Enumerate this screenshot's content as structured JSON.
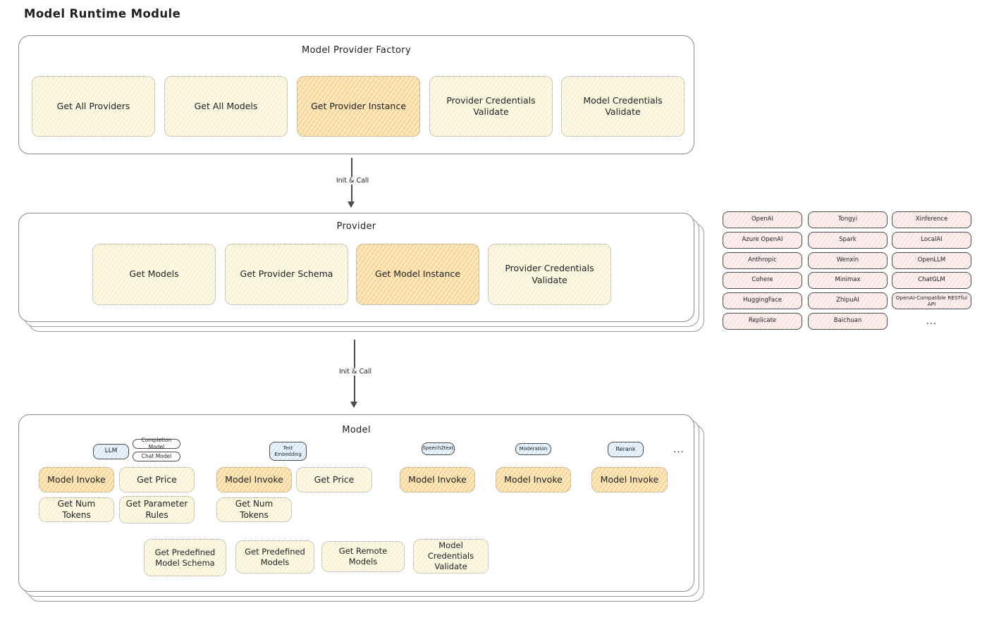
{
  "title": "Model Runtime Module",
  "arrow_label": "Init & Call",
  "factory": {
    "title": "Model Provider Factory",
    "items": [
      {
        "label": "Get All Providers",
        "highlight": false
      },
      {
        "label": "Get All Models",
        "highlight": false
      },
      {
        "label": "Get Provider Instance",
        "highlight": true
      },
      {
        "label": "Provider Credentials Validate",
        "highlight": false
      },
      {
        "label": "Model Credentials Validate",
        "highlight": false
      }
    ]
  },
  "provider": {
    "title": "Provider",
    "items": [
      {
        "label": "Get Models",
        "highlight": false
      },
      {
        "label": "Get Provider Schema",
        "highlight": false
      },
      {
        "label": "Get Model Instance",
        "highlight": true
      },
      {
        "label": "Provider Credentials Validate",
        "highlight": false
      }
    ]
  },
  "providers": {
    "columns": [
      [
        "OpenAI",
        "Azure OpenAI",
        "Anthropic",
        "Cohere",
        "HuggingFace",
        "Replicate"
      ],
      [
        "Tongyi",
        "Spark",
        "Wenxin",
        "Minimax",
        "ZhipuAI",
        "Baichuan"
      ],
      [
        "Xinference",
        "LocalAI",
        "OpenLLM",
        "ChatGLM",
        "OpenAI-Compatible RESTful API"
      ]
    ],
    "more": "..."
  },
  "model": {
    "title": "Model",
    "tabs": {
      "llm": "LLM",
      "completion_model": "Completion Model",
      "chat_model": "Chat Model",
      "text_embedding": "Text Embedding",
      "speech2text": "Speech2text",
      "moderation": "Moderation",
      "rerank": "Rerank",
      "more": "..."
    },
    "ops": {
      "model_invoke": "Model Invoke",
      "get_price": "Get Price",
      "get_num_tokens": "Get Num Tokens",
      "get_parameter_rules": "Get Parameter Rules"
    },
    "bottom": [
      "Get Predefined Model Schema",
      "Get Predefined Models",
      "Get Remote Models",
      "Model Credentials Validate"
    ]
  },
  "colors": {
    "highlight_fill": "#fbe9c0",
    "node_fill": "#fdf8e4",
    "provider_chip_fill": "#fcf0ef",
    "model_type_fill": "#e9f3fb",
    "stroke": "#8a8a8a",
    "text": "#1f1f1f"
  }
}
